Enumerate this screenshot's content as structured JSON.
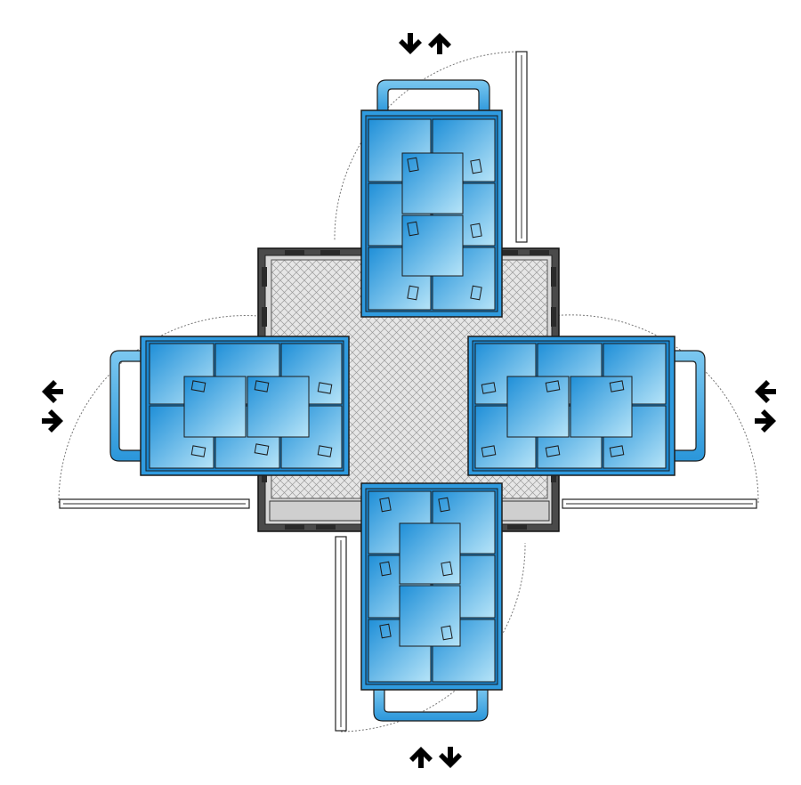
{
  "diagram": {
    "kind": "floor-plan",
    "elements": [
      {
        "name": "platform-floor",
        "shape": "square",
        "fill": "crosshatch"
      },
      {
        "name": "trolley-top",
        "axis": "vertical",
        "handle": "top"
      },
      {
        "name": "trolley-bottom",
        "axis": "vertical",
        "handle": "bottom"
      },
      {
        "name": "trolley-left",
        "axis": "horizontal",
        "handle": "left"
      },
      {
        "name": "trolley-right",
        "axis": "horizontal",
        "handle": "right"
      },
      {
        "name": "door-top",
        "swing": "arc"
      },
      {
        "name": "door-bottom",
        "swing": "arc"
      },
      {
        "name": "door-left",
        "swing": "arc"
      },
      {
        "name": "door-right",
        "swing": "arc"
      }
    ],
    "direction_markers": [
      {
        "name": "arrows-top",
        "glyphs": [
          "down-arrow-icon",
          "up-arrow-icon"
        ]
      },
      {
        "name": "arrows-bottom",
        "glyphs": [
          "up-arrow-icon",
          "down-arrow-icon"
        ]
      },
      {
        "name": "arrows-left",
        "glyphs": [
          "left-arrow-icon",
          "right-arrow-icon"
        ]
      },
      {
        "name": "arrows-right",
        "glyphs": [
          "left-arrow-icon",
          "right-arrow-icon"
        ]
      }
    ]
  },
  "colors": {
    "trolley_light": "#a9ddf6",
    "trolley_mid": "#48b4ec",
    "trolley_dark": "#1d8fd6",
    "outline": "#1c1c1c",
    "frame": "#3a3a3a",
    "floor": "#e2e2e2",
    "arrow": "#000000"
  }
}
